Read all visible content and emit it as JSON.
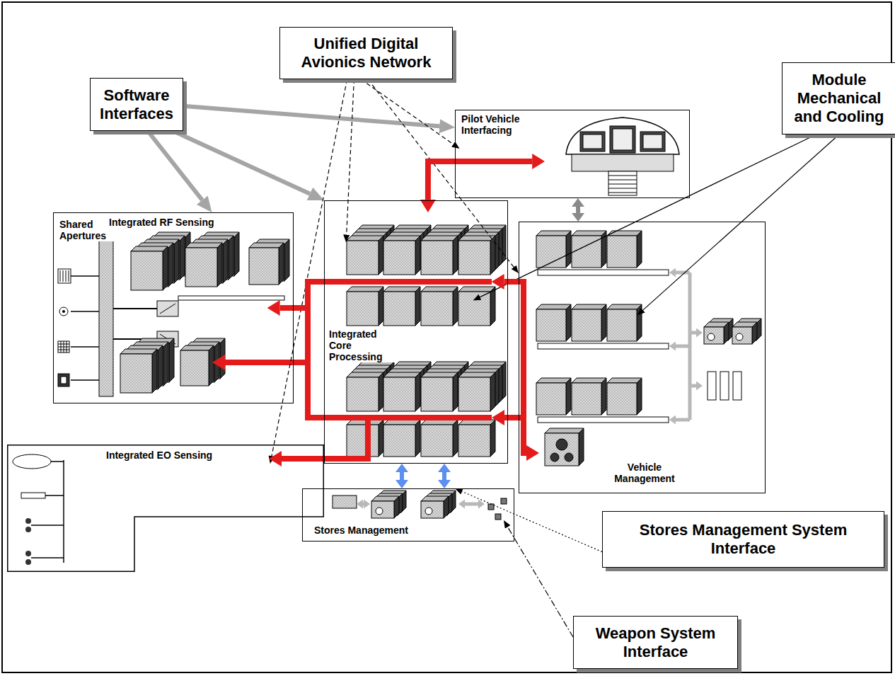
{
  "diagram": {
    "nodes": [
      {
        "text": [
          "Unified Digital Avionics Network"
        ]
      },
      {
        "text": [
          "Software Interfaces"
        ]
      },
      {
        "text": [
          "Module Mechanical and Cooling"
        ]
      },
      {
        "text": [
          "Pilot Vehicle Interfacing"
        ]
      },
      {
        "text": [
          "Shared Apertures",
          "Integrated RF Sensing"
        ]
      },
      {
        "text": [
          "Integrated Core Processing"
        ]
      },
      {
        "text": [
          "Vehicle Management"
        ]
      },
      {
        "text": [
          "Integrated EO Sensing"
        ]
      },
      {
        "text": [
          "Stores Management"
        ]
      },
      {
        "text": [
          "Stores Management System Interface"
        ]
      },
      {
        "text": [
          "Weapon System Interface"
        ]
      }
    ],
    "edges": [
      {
        "from": 1,
        "to": 3,
        "arrow": "to"
      },
      {
        "from": 1,
        "to": 5,
        "arrow": "to"
      },
      {
        "from": 1,
        "to": 4,
        "arrow": "to"
      },
      {
        "from": 0,
        "to": 3,
        "arrow": "to"
      },
      {
        "from": 0,
        "to": 5,
        "arrow": "to"
      },
      {
        "from": 0,
        "to": 7,
        "arrow": "to"
      },
      {
        "from": 0,
        "to": 6,
        "arrow": "to"
      },
      {
        "from": 2,
        "to": 5,
        "arrow": "to"
      },
      {
        "from": 2,
        "to": 6,
        "arrow": "to"
      },
      {
        "from": 5,
        "to": 4,
        "arrow": "to"
      },
      {
        "from": 5,
        "to": 7,
        "arrow": "to"
      },
      {
        "from": 5,
        "to": 3,
        "arrow": "both"
      },
      {
        "from": 5,
        "to": 6,
        "arrow": "both"
      },
      {
        "from": 3,
        "to": 6,
        "arrow": "both"
      },
      {
        "from": 5,
        "to": 8,
        "arrow": "both"
      },
      {
        "from": 9,
        "to": 8,
        "arrow": "to"
      },
      {
        "from": 10,
        "to": 8,
        "arrow": "to"
      }
    ]
  }
}
